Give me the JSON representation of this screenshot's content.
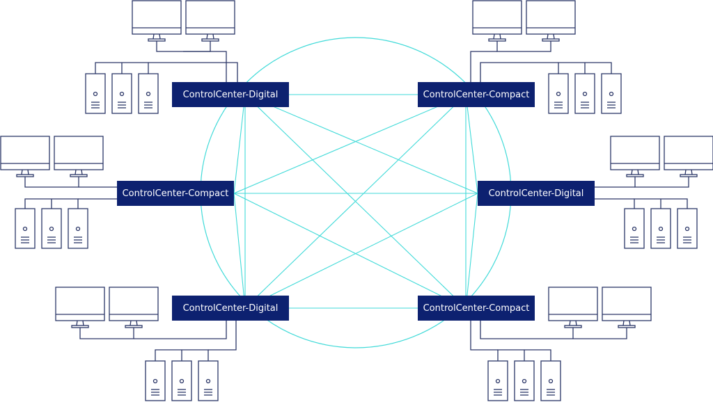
{
  "colors": {
    "node_bg": "#0d2170",
    "node_text": "#ffffff",
    "link": "#3fdad8",
    "device": "#2a3566"
  },
  "nodes": [
    {
      "label": "ControlCenter-Digital"
    },
    {
      "label": "ControlCenter-Compact"
    },
    {
      "label": "ControlCenter-Compact"
    },
    {
      "label": "ControlCenter-Digital"
    },
    {
      "label": "ControlCenter-Digital"
    },
    {
      "label": "ControlCenter-Compact"
    }
  ],
  "clusters": [
    {
      "monitors": 2,
      "servers": 3
    },
    {
      "monitors": 2,
      "servers": 3
    },
    {
      "monitors": 2,
      "servers": 3
    },
    {
      "monitors": 2,
      "servers": 3
    },
    {
      "monitors": 2,
      "servers": 3
    },
    {
      "monitors": 2,
      "servers": 3
    }
  ],
  "icons": {
    "monitor": "monitor-icon",
    "server": "server-tower-icon"
  }
}
